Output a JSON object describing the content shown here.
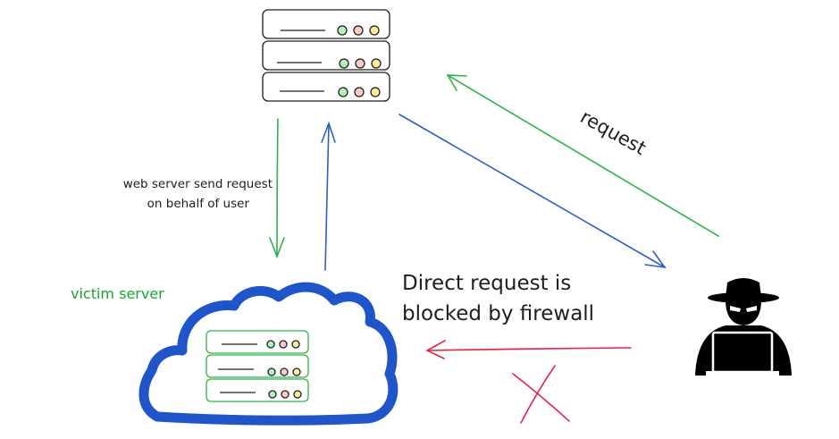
{
  "labels": {
    "proxy_note_line1": "web server send request",
    "proxy_note_line2": "on behalf of user",
    "victim_label": "victim server",
    "request_label": "request",
    "blocked_line1": "Direct request is",
    "blocked_line2": "blocked by firewall"
  },
  "colors": {
    "green": "#2fb24a",
    "blue": "#2f5fc4",
    "red": "#e0264a",
    "cloud_blue": "#1f55c8",
    "ink": "#1e1e1e",
    "victim_green": "#1aa530",
    "led_green": "#b2f2bb",
    "led_red": "#ffc9c9",
    "led_yellow": "#ffec99"
  },
  "icons": [
    "web-server-icon",
    "victim-server-icon",
    "hacker-icon",
    "x-mark-icon",
    "cloud-outline"
  ]
}
